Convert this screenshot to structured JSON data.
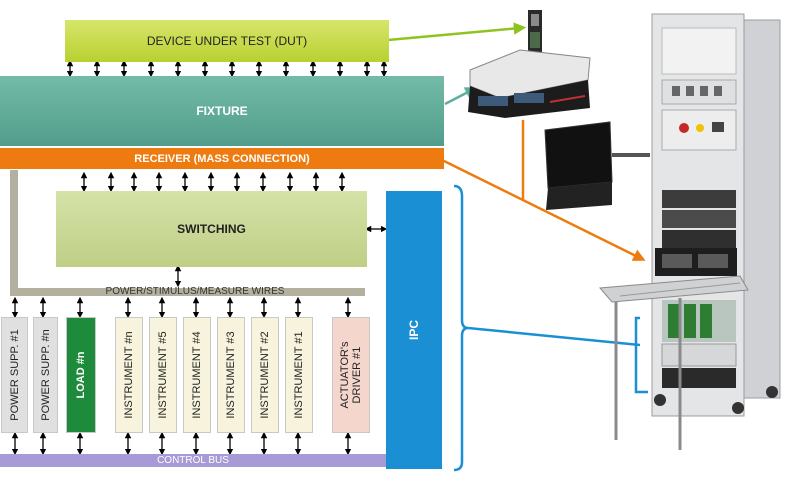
{
  "dut": {
    "label": "DEVICE UNDER TEST (DUT)"
  },
  "fixture": {
    "label": "FIXTURE"
  },
  "receiver": {
    "label": "RECEIVER  (MASS CONNECTION)"
  },
  "switching": {
    "label": "SWITCHING"
  },
  "wires": {
    "label": "POWER/STIMULUS/MEASURE WIRES"
  },
  "bus": {
    "label": "CONTROL BUS"
  },
  "ipc": {
    "label": "IPC"
  },
  "modules": [
    {
      "label": "POWER SUPP. #1"
    },
    {
      "label": "POWER SUPP. #n"
    },
    {
      "label": "LOAD #n"
    },
    {
      "label": "INSTRUMENT #n"
    },
    {
      "label": "INSTRUMENT #5"
    },
    {
      "label": "INSTRUMENT #4"
    },
    {
      "label": "INSTRUMENT #3"
    },
    {
      "label": "INSTRUMENT #2"
    },
    {
      "label": "INSTRUMENT #1"
    },
    {
      "label": "ACTUATOR's DRIVER #1"
    }
  ],
  "colors": {
    "dut": "#c8dc3c",
    "fixture": "#5fae9c",
    "receiver": "#ee7b10",
    "switching": "#c9d89a",
    "ipc": "#1a8fd4",
    "bus": "#a79ad6",
    "wires": "#b3b09f",
    "load": "#1e8a3c"
  }
}
